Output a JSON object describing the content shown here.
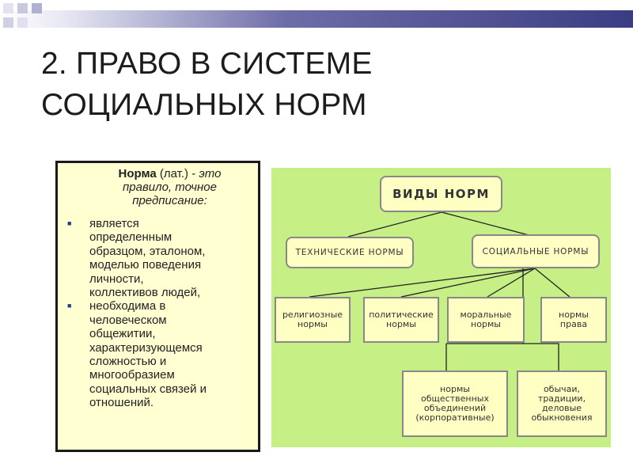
{
  "slide": {
    "title_line1": "2. ПРАВО В СИСТЕМЕ",
    "title_line2": "СОЦИАЛЬНЫХ НОРМ"
  },
  "definition": {
    "term": "Норма",
    "origin": " (лат.) - ",
    "meaning_1": "это",
    "meaning_2": "правило, точное",
    "meaning_3": "предписание:",
    "bullets": [
      [
        "является",
        "определенным",
        "образцом, эталоном,",
        "моделью поведения",
        "личности,",
        "коллективов людей,"
      ],
      [
        "необходима в",
        "человеческом",
        "общежитии,",
        "характеризующемся",
        "сложностью и",
        "многообразием",
        "социальных связей и",
        "отношений."
      ]
    ]
  },
  "diagram": {
    "root": "ВИДЫ НОРМ",
    "technical": "ТЕХНИЧЕСКИЕ НОРМЫ",
    "social": "СОЦИАЛЬНЫЕ НОРМЫ",
    "religious": [
      "религиозные",
      "нормы"
    ],
    "political": [
      "политические",
      "нормы"
    ],
    "moral": [
      "моральные",
      "нормы"
    ],
    "law": [
      "нормы",
      "права"
    ],
    "corporate": [
      "нормы",
      "общественных",
      "объединений",
      "(корпоративные)"
    ],
    "customs": [
      "обычаи,",
      "традиции,",
      "деловые",
      "обыкновения"
    ]
  },
  "colors": {
    "panel": "#c6ef85",
    "node_fill": "#ffffc4",
    "textbox_fill": "#ffffd2",
    "band_end": "#3c3c84"
  }
}
